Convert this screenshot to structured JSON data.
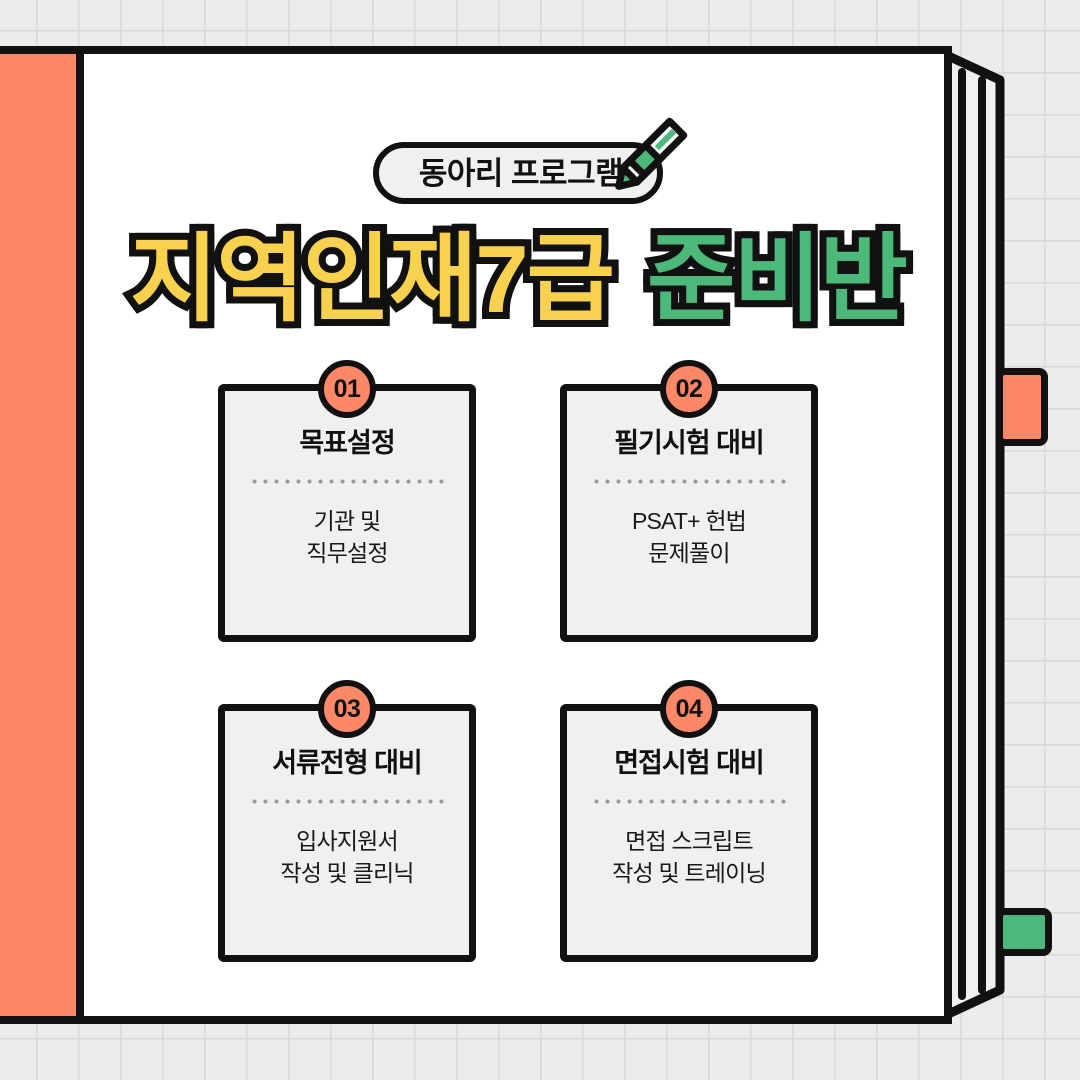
{
  "poster": {
    "badge": {
      "label": "동아리 프로그램",
      "icon": "pencil-icon"
    },
    "title": {
      "primary": "지역인재7급",
      "secondary": "준비반"
    },
    "cards": [
      {
        "number": "01",
        "title": "목표설정",
        "description": "기관 및\n직무설정"
      },
      {
        "number": "02",
        "title": "필기시험 대비",
        "description": "PSAT+ 헌법\n문제풀이"
      },
      {
        "number": "03",
        "title": "서류전형 대비",
        "description": "입사지원서\n작성 및 클리닉"
      },
      {
        "number": "04",
        "title": "면접시험 대비",
        "description": "면접 스크립트\n작성 및 트레이닝"
      }
    ],
    "colors": {
      "accent_orange": "#fc8868",
      "accent_green": "#4cb97a",
      "accent_yellow": "#f8d24e",
      "outline": "#111111",
      "card_fill": "#f0f0f0",
      "page": "#ffffff",
      "backdrop": "#ececec"
    }
  }
}
